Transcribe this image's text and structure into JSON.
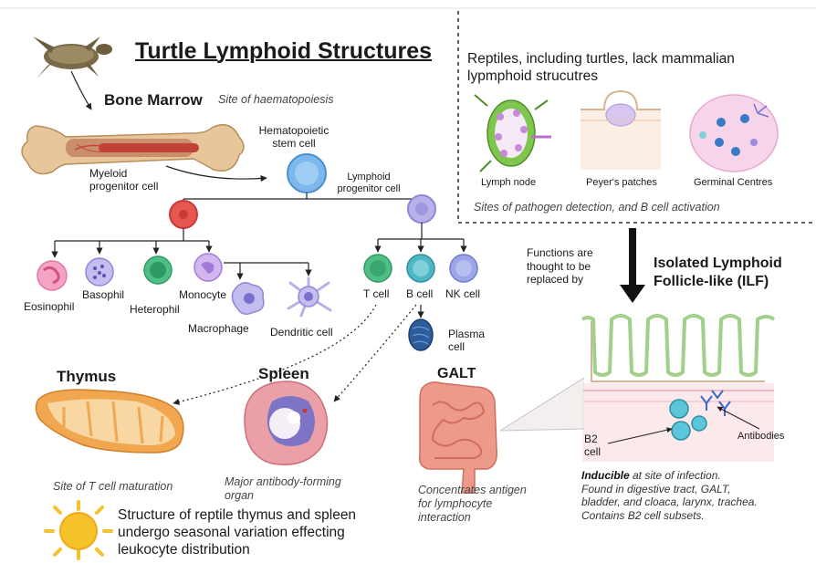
{
  "title": "Turtle Lymphoid Structures",
  "bone_marrow": {
    "label": "Bone Marrow",
    "desc": "Site of haematopoiesis"
  },
  "cells": {
    "hsc": [
      "Hematopoietic",
      "stem cell"
    ],
    "myeloid": [
      "Myeloid",
      "progenitor cell"
    ],
    "lymphoid": [
      "Lymphoid",
      "progenitor cell"
    ],
    "eosinophil": "Eosinophil",
    "basophil": "Basophil",
    "heterophil": "Heterophil",
    "monocyte": "Monocyte",
    "macrophage": "Macrophage",
    "dendritic": "Dendritic cell",
    "tcell": "T cell",
    "bcell": "B cell",
    "nkcell": "NK cell",
    "plasma": [
      "Plasma",
      "cell"
    ]
  },
  "thymus": {
    "label": "Thymus",
    "desc": "Site of T cell maturation"
  },
  "spleen": {
    "label": "Spleen",
    "desc": [
      "Major antibody-forming",
      "organ"
    ]
  },
  "galt": {
    "label": "GALT",
    "desc": [
      "Concentrates antigen",
      "for lymphocyte",
      "interaction"
    ]
  },
  "season_note": [
    "Structure of reptile thymus and spleen",
    "undergo seasonal variation effecting",
    "leukocyte distribution"
  ],
  "reptiles_box": {
    "heading": [
      "Reptiles, including turtles, lack mammalian",
      "lypmphoid strucutres"
    ],
    "items": [
      "Lymph node",
      "Peyer's patches",
      "Germinal Centres"
    ],
    "caption": "Sites of pathogen detection, and B cell activation"
  },
  "functions_text": [
    "Functions are",
    "thought to be",
    "replaced by"
  ],
  "ilf": {
    "label": [
      "Isolated Lymphoid",
      "Follicle-like (ILF)"
    ],
    "b2": [
      "B2",
      "cell"
    ],
    "antibodies": "Antibodies",
    "inducible_bold": "Inducible",
    "inducible_rest": " at site of infection.",
    "desc": [
      "Found in digestive tract, GALT,",
      "bladder, and cloaca, larynx, trachea.",
      "Contains B2 cell subsets."
    ]
  },
  "colors": {
    "myeloid": "#e8574f",
    "hsc": "#7cb8ec",
    "lymphoid": "#b8b2ea",
    "eosinophil": "#f4a3c4",
    "basophil": "#b8b2ea",
    "heterophil": "#4fbf86",
    "monocyte": "#c8a6e6",
    "tcell": "#4fbf86",
    "bcell": "#4fb6c4",
    "nkcell": "#9ca6e6",
    "plasma": "#2c5c9a",
    "thymus": "#f1a650",
    "spleen": "#e58e98",
    "galt": "#ee9a8a",
    "sun": "#f6c22a"
  }
}
